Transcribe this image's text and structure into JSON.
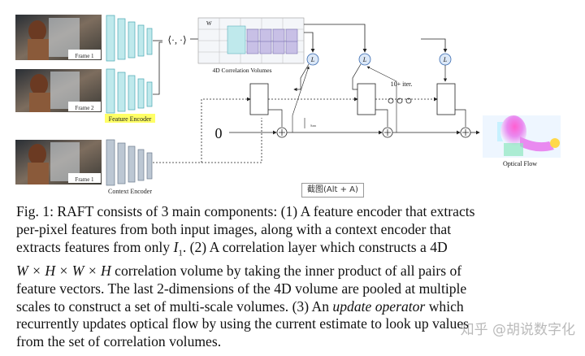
{
  "figure": {
    "frame1_label": "Frame 1",
    "frame2_label": "Frame 2",
    "frame_context_label": "Frame 1",
    "feature_encoder_label": "Feature Encoder",
    "context_encoder_label": "Context Encoder",
    "inner_product_label": "⟨·, ·⟩",
    "corr_volumes_label": "4D Correlation Volumes",
    "corr_w_label": "W",
    "lookup_label": "L",
    "zero_label": "0",
    "iter_label": "10+ iter.",
    "optical_flow_label": "Optical Flow",
    "small_tag": "Sam",
    "colors": {
      "encoder_cyan": "#bfe9ec",
      "encoder_gray": "#bcc7d3",
      "lookup_blue": "#dce8f7",
      "corr_purple": "#c8c0e6",
      "highlight": "#ffff66"
    }
  },
  "tooltip": "截图(Alt + A)",
  "watermark": "知乎 @胡说数字化",
  "caption": {
    "l1": "Fig. 1: RAFT consists of 3 main components: (1) A feature encoder that extracts",
    "l2": "per-pixel features from both input images, along with a context encoder that",
    "l3a": "extracts features from only ",
    "l3_math": "I",
    "l3_sub": "1",
    "l3b": ". (2) A correlation layer which constructs a 4D",
    "l4_math": "W × H × W × H",
    "l4b": " correlation volume by taking the inner product of all pairs of",
    "l5": "feature vectors. The last 2-dimensions of the 4D volume are pooled at multiple",
    "l6": "scales to construct a set of multi-scale volumes. (3) An ",
    "l6_em": "update operator",
    "l6b": " which",
    "l7": "recurrently updates optical flow by using the current estimate to look up values",
    "l8": "from the set of correlation volumes."
  }
}
